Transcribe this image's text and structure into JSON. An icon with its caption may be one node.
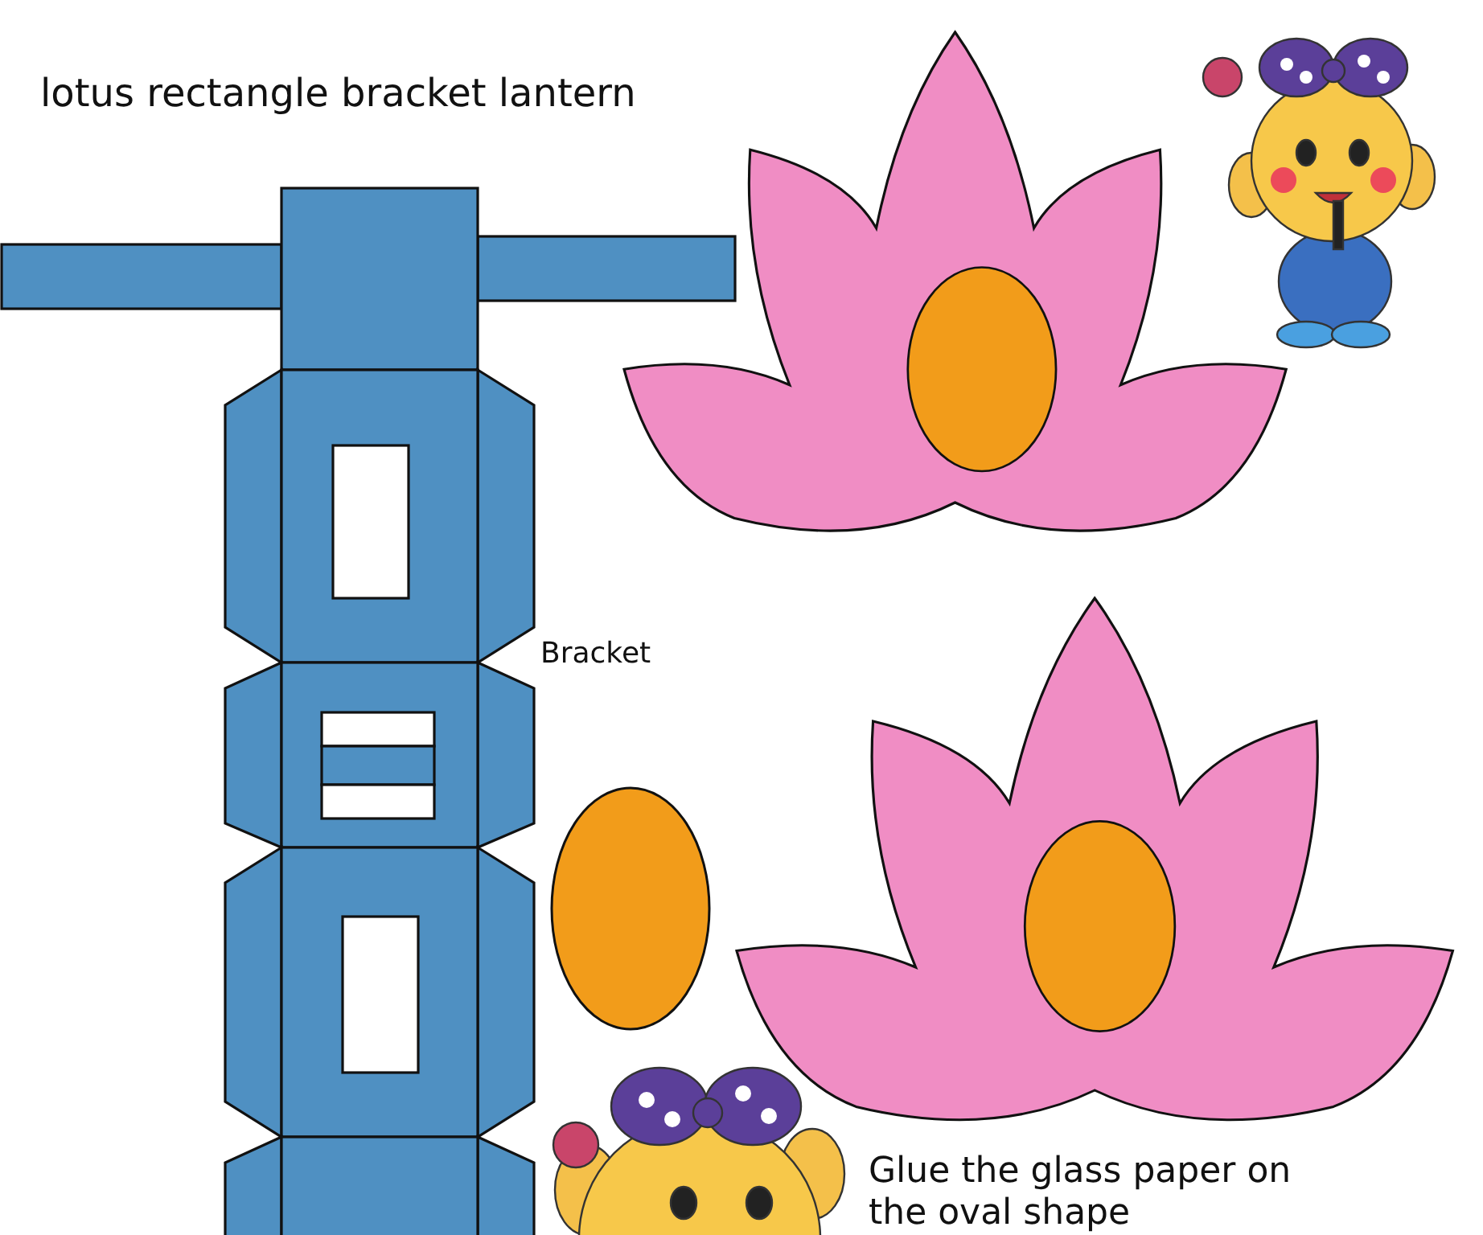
{
  "diagram": {
    "title": "lotus rectangle bracket lantern",
    "labels": [
      "Bracket",
      "Glue the glass paper on the oval shape"
    ]
  }
}
